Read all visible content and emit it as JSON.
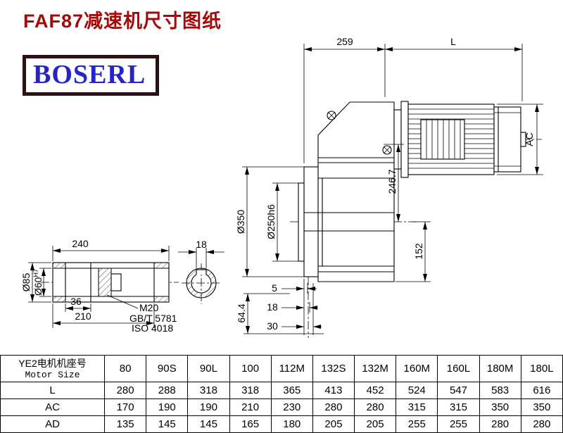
{
  "title": "FAF87减速机尺寸图纸",
  "logo": "BOSERL",
  "drawing": {
    "dim_259": "259",
    "dim_L": "L",
    "dim_AC": "AC",
    "dim_d350": "Ø350",
    "dim_d250": "Ø250h6",
    "dim_246_7": "246.7",
    "dim_152": "152",
    "dim_5": "5",
    "dim_18_flange": "18",
    "dim_30": "30",
    "dim_64_4": "64.4",
    "dim_240": "240",
    "dim_18_key": "18",
    "dim_d85": "Ø85",
    "dim_d60": "Ø60",
    "dim_d60_tol": "H7",
    "dim_36": "36",
    "dim_210": "210",
    "thread_spec": "M20",
    "thread_std_gb": "GB/T 5781",
    "thread_std_iso": "ISO 4018"
  },
  "table": {
    "header_zh": "YE2电机机座号",
    "header_en": "Motor Size",
    "columns": [
      "80",
      "90S",
      "90L",
      "100",
      "112M",
      "132S",
      "132M",
      "160M",
      "160L",
      "180M",
      "180L"
    ],
    "rows": [
      {
        "label": "L",
        "values": [
          "280",
          "288",
          "318",
          "318",
          "365",
          "413",
          "452",
          "524",
          "547",
          "583",
          "616"
        ]
      },
      {
        "label": "AC",
        "values": [
          "170",
          "190",
          "190",
          "210",
          "230",
          "280",
          "280",
          "315",
          "315",
          "350",
          "350"
        ]
      },
      {
        "label": "AD",
        "values": [
          "135",
          "145",
          "145",
          "165",
          "180",
          "205",
          "205",
          "255",
          "255",
          "280",
          "280"
        ]
      }
    ]
  }
}
